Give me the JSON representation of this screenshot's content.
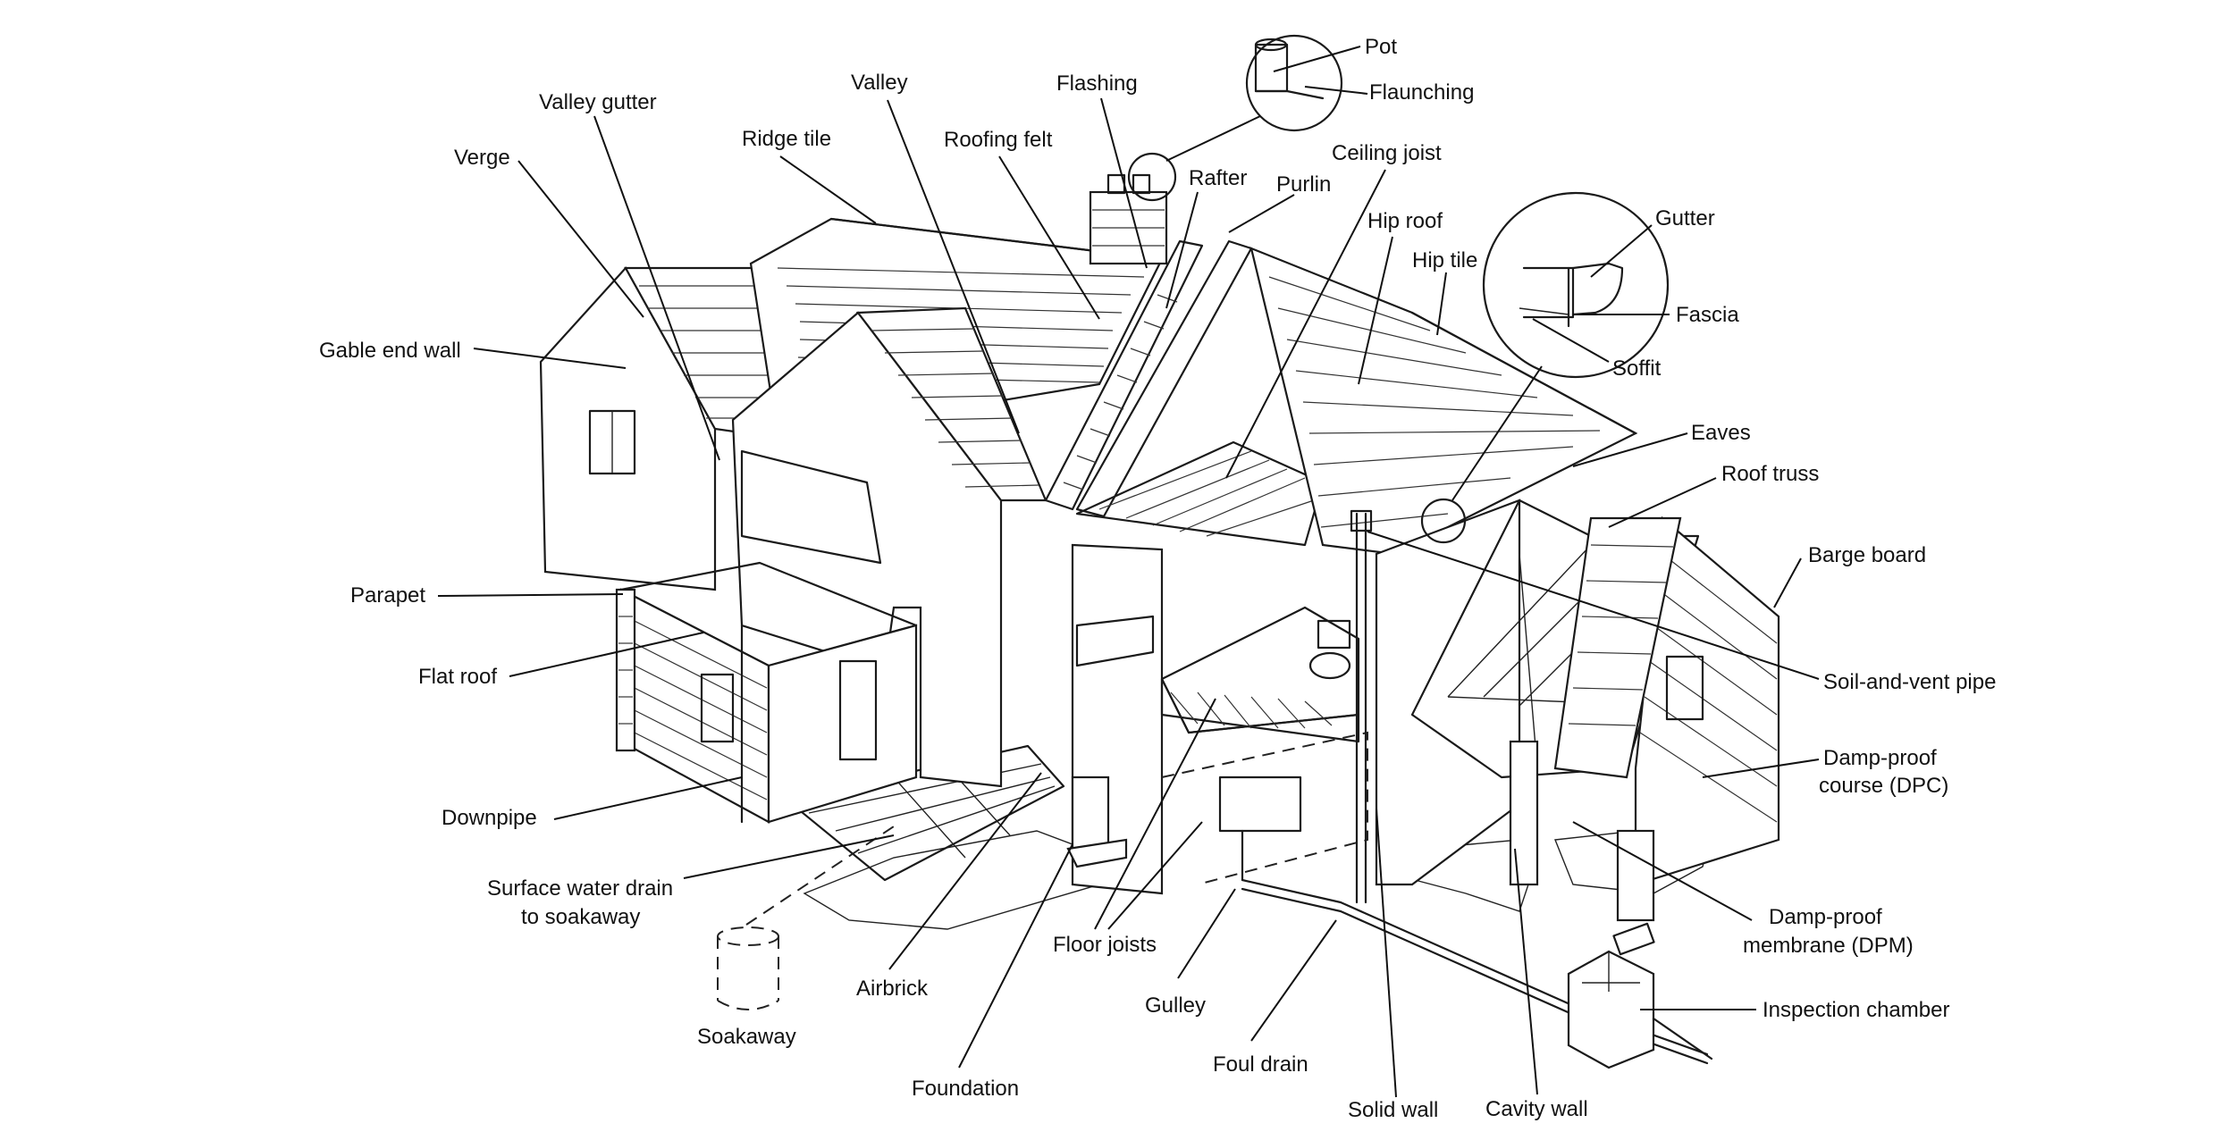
{
  "labels": {
    "pot": "Pot",
    "flaunching": "Flaunching",
    "flashing": "Flashing",
    "valley": "Valley",
    "valley_gutter": "Valley gutter",
    "verge": "Verge",
    "ridge_tile": "Ridge tile",
    "roofing_felt": "Roofing felt",
    "rafter": "Rafter",
    "purlin": "Purlin",
    "ceiling_joist": "Ceiling joist",
    "hip_roof": "Hip roof",
    "hip_tile": "Hip tile",
    "gutter": "Gutter",
    "fascia": "Fascia",
    "soffit": "Soffit",
    "eaves": "Eaves",
    "roof_truss": "Roof truss",
    "barge_board": "Barge board",
    "soil_and_vent_pipe": "Soil-and-vent pipe",
    "dpc_line1": "Damp-proof",
    "dpc_line2": "course (DPC)",
    "dpm_line1": "Damp-proof",
    "dpm_line2": "membrane (DPM)",
    "inspection_chamber": "Inspection chamber",
    "cavity_wall": "Cavity wall",
    "solid_wall": "Solid wall",
    "foul_drain": "Foul drain",
    "gulley": "Gulley",
    "floor_joists": "Floor joists",
    "foundation": "Foundation",
    "airbrick": "Airbrick",
    "soakaway": "Soakaway",
    "surface_drain_line1": "Surface water drain",
    "surface_drain_line2": "to soakaway",
    "downpipe": "Downpipe",
    "flat_roof": "Flat roof",
    "parapet": "Parapet",
    "gable_end_wall": "Gable end wall"
  }
}
